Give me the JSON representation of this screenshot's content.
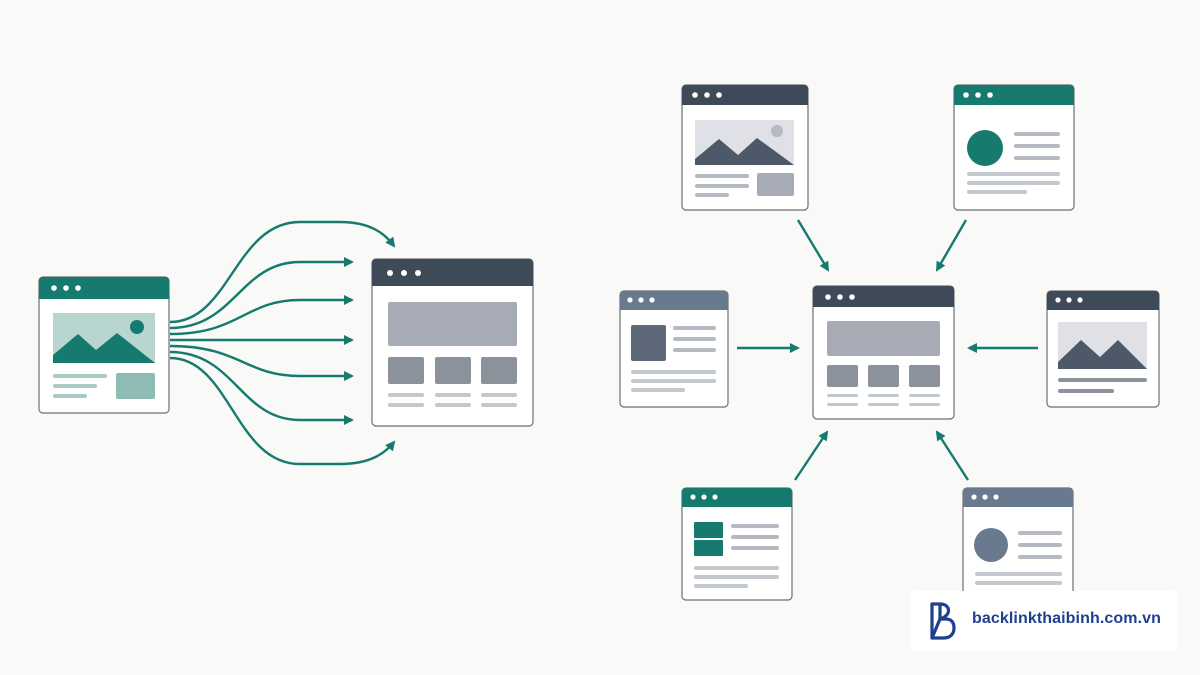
{
  "colors": {
    "background": "#f9f9f7",
    "teal": "#167a6f",
    "slate": "#3e4a58",
    "slate_light": "#6a7a8e",
    "gray_block": "#a6abb5",
    "gray_mid": "#8c929c",
    "gray_line": "#c3c7ce",
    "window_fill": "#ffffff",
    "window_border": "#6b6f76",
    "brand_blue": "#1f3f8f"
  },
  "diagrams": [
    {
      "id": "one-to-many",
      "description_shown": false,
      "source_window": "teal",
      "target_window": "slate",
      "arrow_count": 7
    },
    {
      "id": "many-to-one",
      "source_windows": 6,
      "target_window": "slate",
      "arrow_count": 6
    }
  ],
  "watermark": {
    "logo_icon": "b-logo-icon",
    "text": "backlinkthaibinh.com.vn"
  }
}
